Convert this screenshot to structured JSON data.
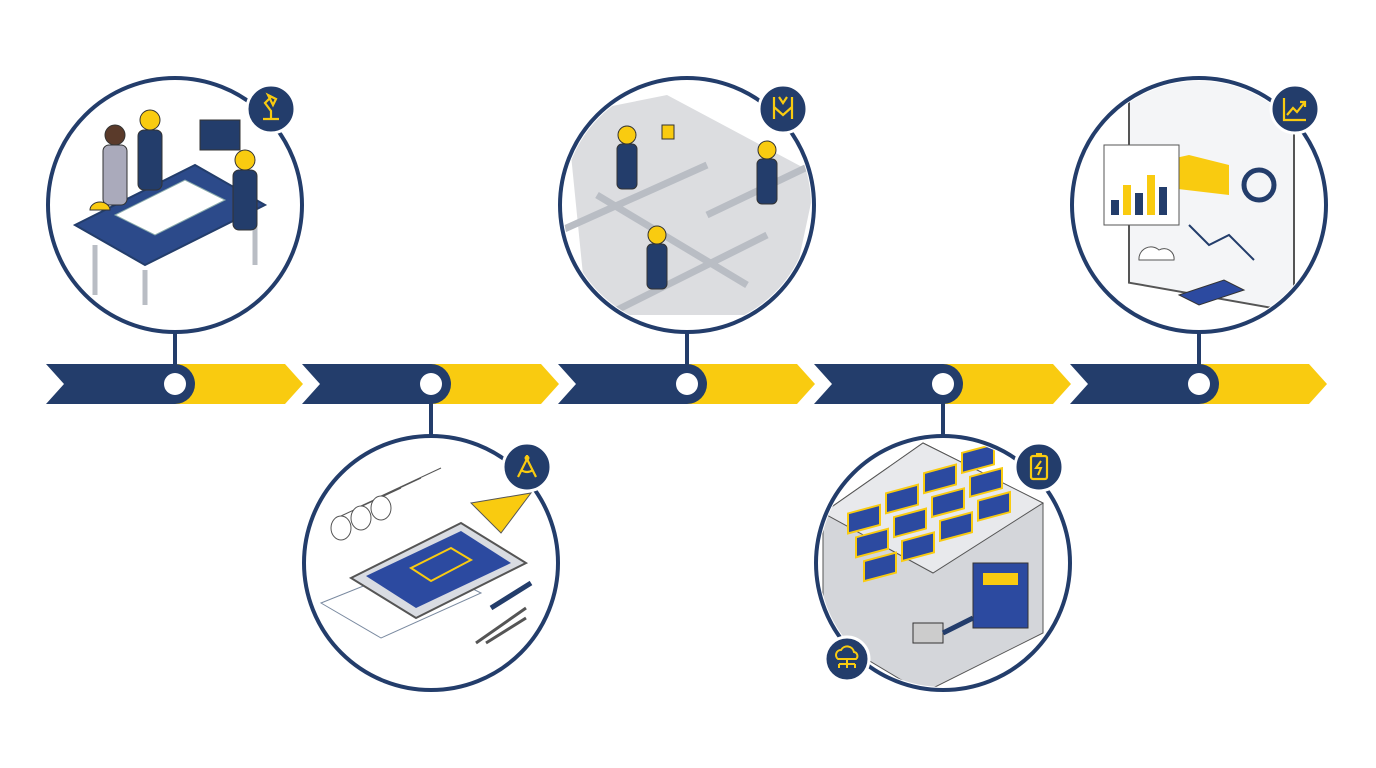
{
  "colors": {
    "navy": "#233d6b",
    "yellow": "#f9cb10",
    "light_gray": "#eeeff1",
    "mid_gray": "#b9bdc4",
    "white": "#ffffff"
  },
  "steps": [
    {
      "name": "planning-meeting",
      "badge_icon": "desk-lamp-icon",
      "position": "above"
    },
    {
      "name": "design-blueprint",
      "badge_icon": "drafting-compass-icon",
      "position": "below"
    },
    {
      "name": "mounting-installation",
      "badge_icon": "safety-harness-icon",
      "position": "above"
    },
    {
      "name": "solar-panel-inverter",
      "badge_icon": "battery-charge-icon",
      "extra_icon": "cloud-network-icon",
      "position": "below"
    },
    {
      "name": "monitoring-dashboard",
      "badge_icon": "trend-chart-icon",
      "position": "above"
    }
  ]
}
